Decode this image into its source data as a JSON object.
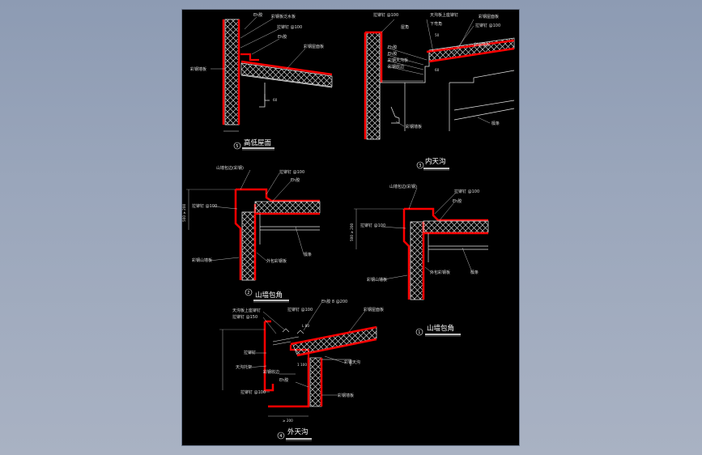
{
  "background_color": "#98a4b8",
  "sheet_color": "#000000",
  "accent_red": "#ff0000",
  "line_color": "#e6e6e6",
  "details": [
    {
      "id": "d5",
      "number": "5",
      "title": "高低屋面",
      "labels": [
        "Eh胶",
        "彩钢板泛水板",
        "拉铆钉 @100",
        "Eh胶",
        "彩钢屋面板",
        "彩钢墙板",
        "60"
      ]
    },
    {
      "id": "d3",
      "number": "3",
      "title": "内天沟",
      "labels": [
        "拉铆钉 @100",
        "天沟板上座铆钉",
        "彩钢屋面板",
        "屋角",
        "下弯角",
        "50",
        "拉铆钉 @100",
        "彩钢墙板",
        "Eh胶",
        "Eh胶",
        "彩钢天沟板",
        "60",
        "彩钢收边",
        "彩钢墙板",
        "檩条"
      ]
    },
    {
      "id": "d2",
      "number": "2",
      "title": "山墙包角",
      "labels": [
        "山墙包边(彩钢)",
        "拉铆钉 @100",
        "Eh胶",
        "拉铆钉 @100",
        "彩钢山墙板",
        "外包彩钢板",
        "檩条",
        "500 ≥ 200"
      ]
    },
    {
      "id": "d1",
      "number": "1",
      "title": "山墙包角",
      "labels": [
        "山墙包边(彩钢)",
        "拉铆钉 @100",
        "Eh胶",
        "拉铆钉 @100",
        "彩钢山墙板",
        "外包彩钢板",
        "檩条",
        "500 ≥ 200"
      ]
    },
    {
      "id": "d4",
      "number": "4",
      "title": "外天沟",
      "labels": [
        "天沟板上座铆钉",
        "拉铆钉 @150",
        "Eh胶 8 @200",
        "拉铆钉 @100",
        "彩钢屋面板",
        "拉铆钉",
        "天沟托架",
        "L 80",
        "彩钢天沟",
        "1 100",
        "彩钢收边",
        "Eh胶",
        "彩钢墙板",
        "拉铆钉 @100",
        "≥ 200"
      ]
    }
  ]
}
